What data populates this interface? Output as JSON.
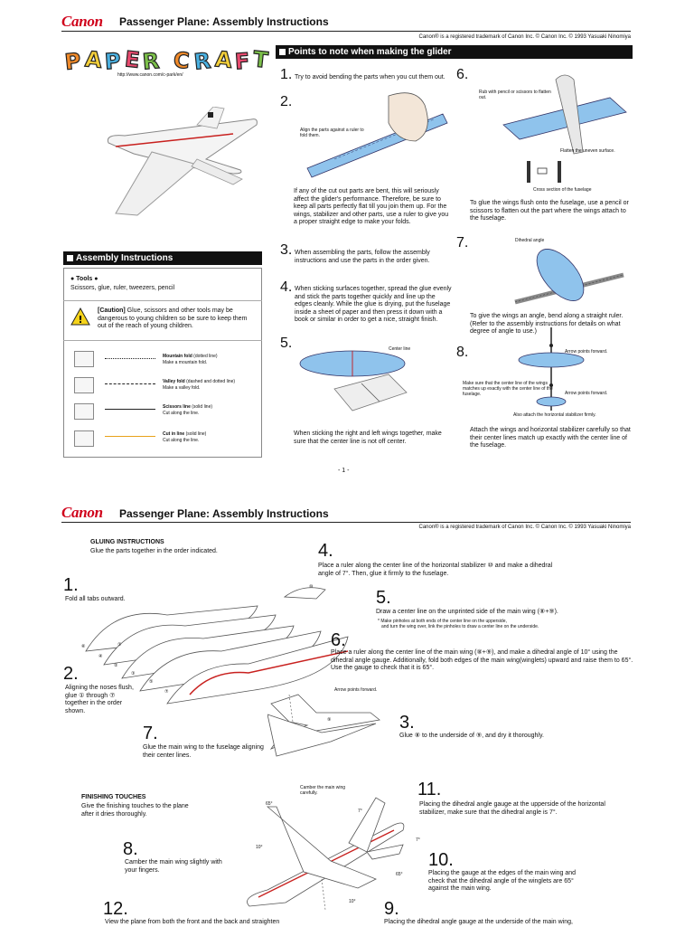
{
  "page1": {
    "brand": "Canon",
    "title": "Passenger Plane: Assembly Instructions",
    "trademark": "Canon® is a registered trademark of Canon Inc. © Canon Inc. © 1993 Yasuaki Ninomiya",
    "logo_text": "PAPER CRAFT",
    "url": "http://www.canon.com/c-park/en/",
    "points_header": "Points to note when making the glider",
    "points": [
      {
        "n": "1.",
        "text": "Try to avoid bending the parts when you cut them out."
      },
      {
        "n": "2.",
        "label": "Align the parts against a ruler to fold them.",
        "text": "If any of the cut out parts are bent, this will seriously affect the glider's performance. Therefore, be sure to keep all parts perfectly flat till you join them up. For the wings, stabilizer and other parts, use a ruler to give you a proper straight edge to make your folds."
      },
      {
        "n": "3.",
        "text": "When assembling the parts, follow the assembly instructions and use the parts in the order given."
      },
      {
        "n": "4.",
        "text": "When sticking surfaces together, spread the glue evenly and stick the parts together quickly and line up the edges cleanly. While the glue is drying, put the fuselage inside a sheet of paper and then press it down with a book or similar in order to get a nice, straight finish."
      },
      {
        "n": "5.",
        "label": "Center line",
        "text": "When sticking the right and left wings together, make sure that the center line is not off center."
      },
      {
        "n": "6.",
        "label1": "Rub with pencil or scissors to flatten out.",
        "label2": "Flatten the uneven surface.",
        "label3": "Cross section of the fuselage",
        "text": "To glue the wings flush onto the fuselage, use a pencil or scissors to flatten out the part where the wings attach to the fuselage."
      },
      {
        "n": "7.",
        "label": "Dihedral angle",
        "text": "To give the wings an angle, bend along a straight ruler. (Refer to the assembly instructions for details on what degree of angle to use.)"
      },
      {
        "n": "8.",
        "label1": "Arrow points forward.",
        "label2": "Make sure that the center line of the wings matches up exactly with the center line of the fuselage.",
        "label3": "Arrow points forward.",
        "label4": "Also attach the horizontal stabilizer firmly.",
        "text": "Attach the wings and horizontal stabilizer carefully so that their center lines match up exactly with the center line of the fuselage."
      }
    ],
    "assembly_header": "Assembly Instructions",
    "tools_label": "● Tools ●",
    "tools": "Scissors, glue, ruler, tweezers, pencil",
    "caution_label": "[Caution]",
    "caution": "Glue, scissors and other tools may be dangerous to young children so be sure to keep them out of the reach of young children.",
    "legend": [
      {
        "title": "Mountain fold",
        "note": "(dotted line)",
        "desc": "Make a mountain fold."
      },
      {
        "title": "Valley fold",
        "note": "(dashed and dotted line)",
        "desc": "Make a valley fold."
      },
      {
        "title": "Scissors line",
        "note": "(solid line)",
        "desc": "Cut along the line."
      },
      {
        "title": "Cut in line",
        "note": "(solid line)",
        "desc": "Cut along the line."
      }
    ],
    "page_number": "- 1 -"
  },
  "page2": {
    "brand": "Canon",
    "title": "Passenger Plane: Assembly Instructions",
    "trademark": "Canon® is a registered trademark of Canon Inc. © Canon Inc. © 1993 Yasuaki Ninomiya",
    "gluing_header": "GLUING INSTRUCTIONS",
    "gluing_sub": "Glue the parts together in the order indicated.",
    "steps": [
      {
        "n": "1.",
        "text": "Fold all tabs outward."
      },
      {
        "n": "2.",
        "text": "Aligning the noses flush, glue ① through ⑦ together in the order shown."
      },
      {
        "n": "3.",
        "text": "Glue ⑧ to the underside of ⑨, and dry it thoroughly."
      },
      {
        "n": "4.",
        "text": "Place a ruler along the center line of the horizontal stabilizer ⑩ and make a dihedral angle of 7°. Then, glue it firmly to the fuselage."
      },
      {
        "n": "5.",
        "text": "Draw a center line on the unprinted side of the main wing (⑧+⑨).",
        "note1": "* Make pinholes at both ends of the center line on the upperside,",
        "note2": "and turn the wing over, link the pinholes to draw a center line on the underside."
      },
      {
        "n": "6.",
        "text": "Place a ruler along the center line of the main wing (⑧+⑨), and make a dihedral angle of 10° using the dihedral angle gauge. Additionally, fold both edges of the main wing(winglets) upward and raise them to 65°. Use the gauge to check that it is 65°.",
        "label": "Arrow points forward."
      },
      {
        "n": "7.",
        "text": "Glue the main wing to the fuselage aligning their center lines."
      }
    ],
    "finishing_header": "FINISHING TOUCHES",
    "finishing_sub": "Give the finishing touches to the plane after it dries thoroughly.",
    "finishing": [
      {
        "n": "8.",
        "text": "Camber the main wing slightly with your fingers."
      },
      {
        "n": "9.",
        "text": "Placing the dihedral angle gauge at the underside of the main wing,"
      },
      {
        "n": "10.",
        "text": "Placing the gauge at the edges of the main wing and check that the dihedral angle of the winglets are 65° against the main wing."
      },
      {
        "n": "11.",
        "text": "Placing the dihedral angle gauge at the upperside of the horizontal stabilizer, make sure that the dihedral angle is 7°."
      },
      {
        "n": "12.",
        "text": "View the plane from both the front and the back and straighten"
      }
    ],
    "camber_label": "Camber the main wing carefully.",
    "angles": [
      "65°",
      "7°",
      "10°",
      "7°",
      "65°",
      "10°"
    ],
    "part_numbers": [
      "⑩",
      "⑥",
      "④",
      "②",
      "①",
      "③",
      "⑤",
      "⑦",
      "⑨",
      "⑧"
    ]
  },
  "colors": {
    "brand_red": "#d0021b",
    "wing_blue": "#8fc3ec",
    "header_black": "#111111",
    "fuselage_red": "#c8201e"
  },
  "icons": [
    "warning-icon",
    "scissors-icon",
    "plane-illustration"
  ]
}
